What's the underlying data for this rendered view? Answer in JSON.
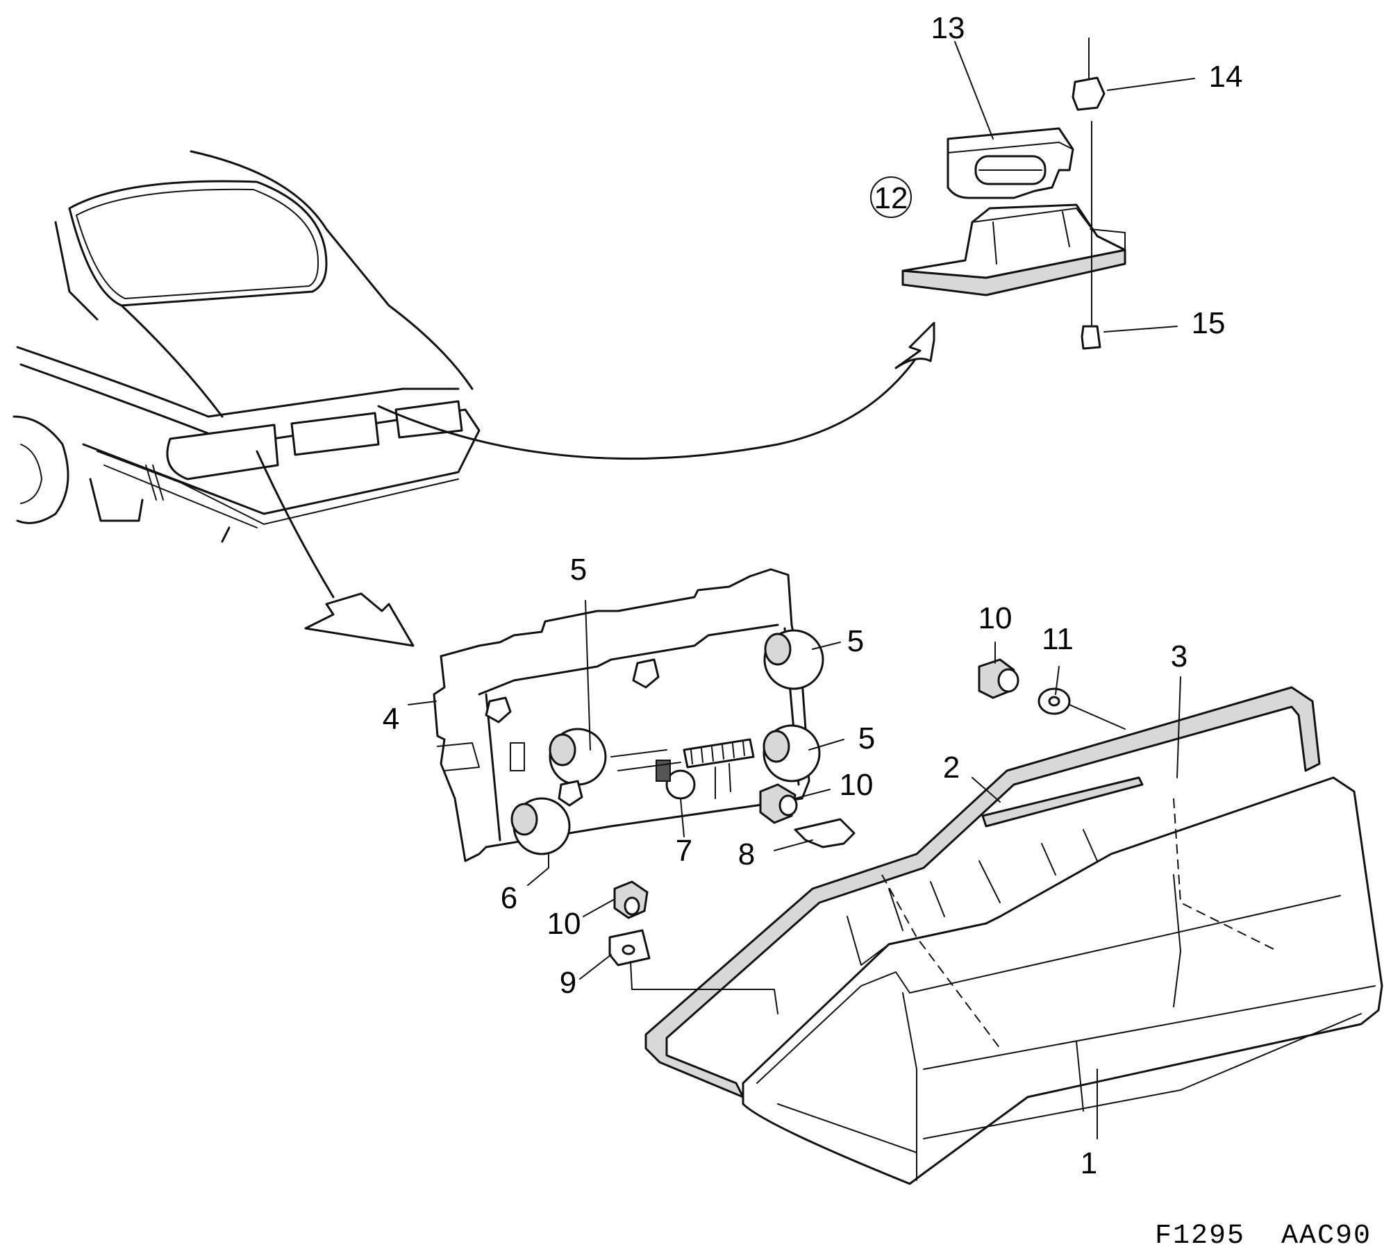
{
  "figure_ref": "F1295  AAC90",
  "callouts": {
    "c1": "1",
    "c2": "2",
    "c3": "3",
    "c4": "4",
    "c5a": "5",
    "c5b": "5",
    "c5c": "5",
    "c6": "6",
    "c7": "7",
    "c8": "8",
    "c9": "9",
    "c10a": "10",
    "c10b": "10",
    "c10c": "10",
    "c11": "11",
    "c12": "12",
    "c13": "13",
    "c14": "14",
    "c15": "15"
  }
}
